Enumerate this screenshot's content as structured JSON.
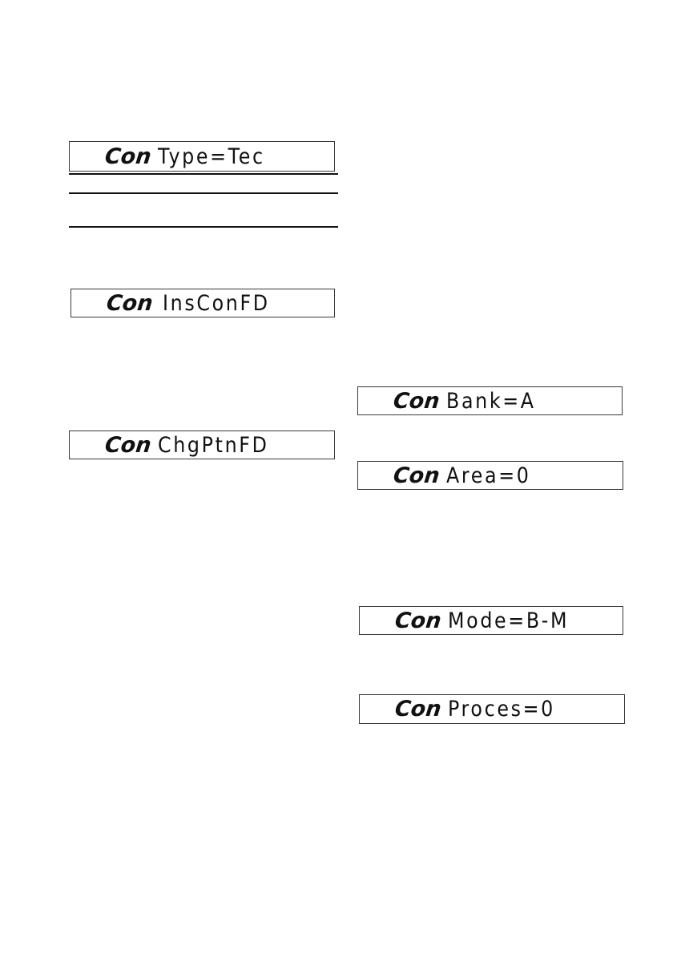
{
  "displays": [
    {
      "id": "type",
      "prefix": "Con",
      "value": "Type=Tec"
    },
    {
      "id": "ins",
      "prefix": "Con",
      "value": "InsConFD"
    },
    {
      "id": "chg",
      "prefix": "Con",
      "value": "ChgPtnFD"
    },
    {
      "id": "bank",
      "prefix": "Con",
      "value": "Bank=A"
    },
    {
      "id": "area",
      "prefix": "Con",
      "value": "Area=0"
    },
    {
      "id": "mode",
      "prefix": "Con",
      "value": "Mode=B-M"
    },
    {
      "id": "proces",
      "prefix": "Con",
      "value": "Proces=0"
    }
  ]
}
